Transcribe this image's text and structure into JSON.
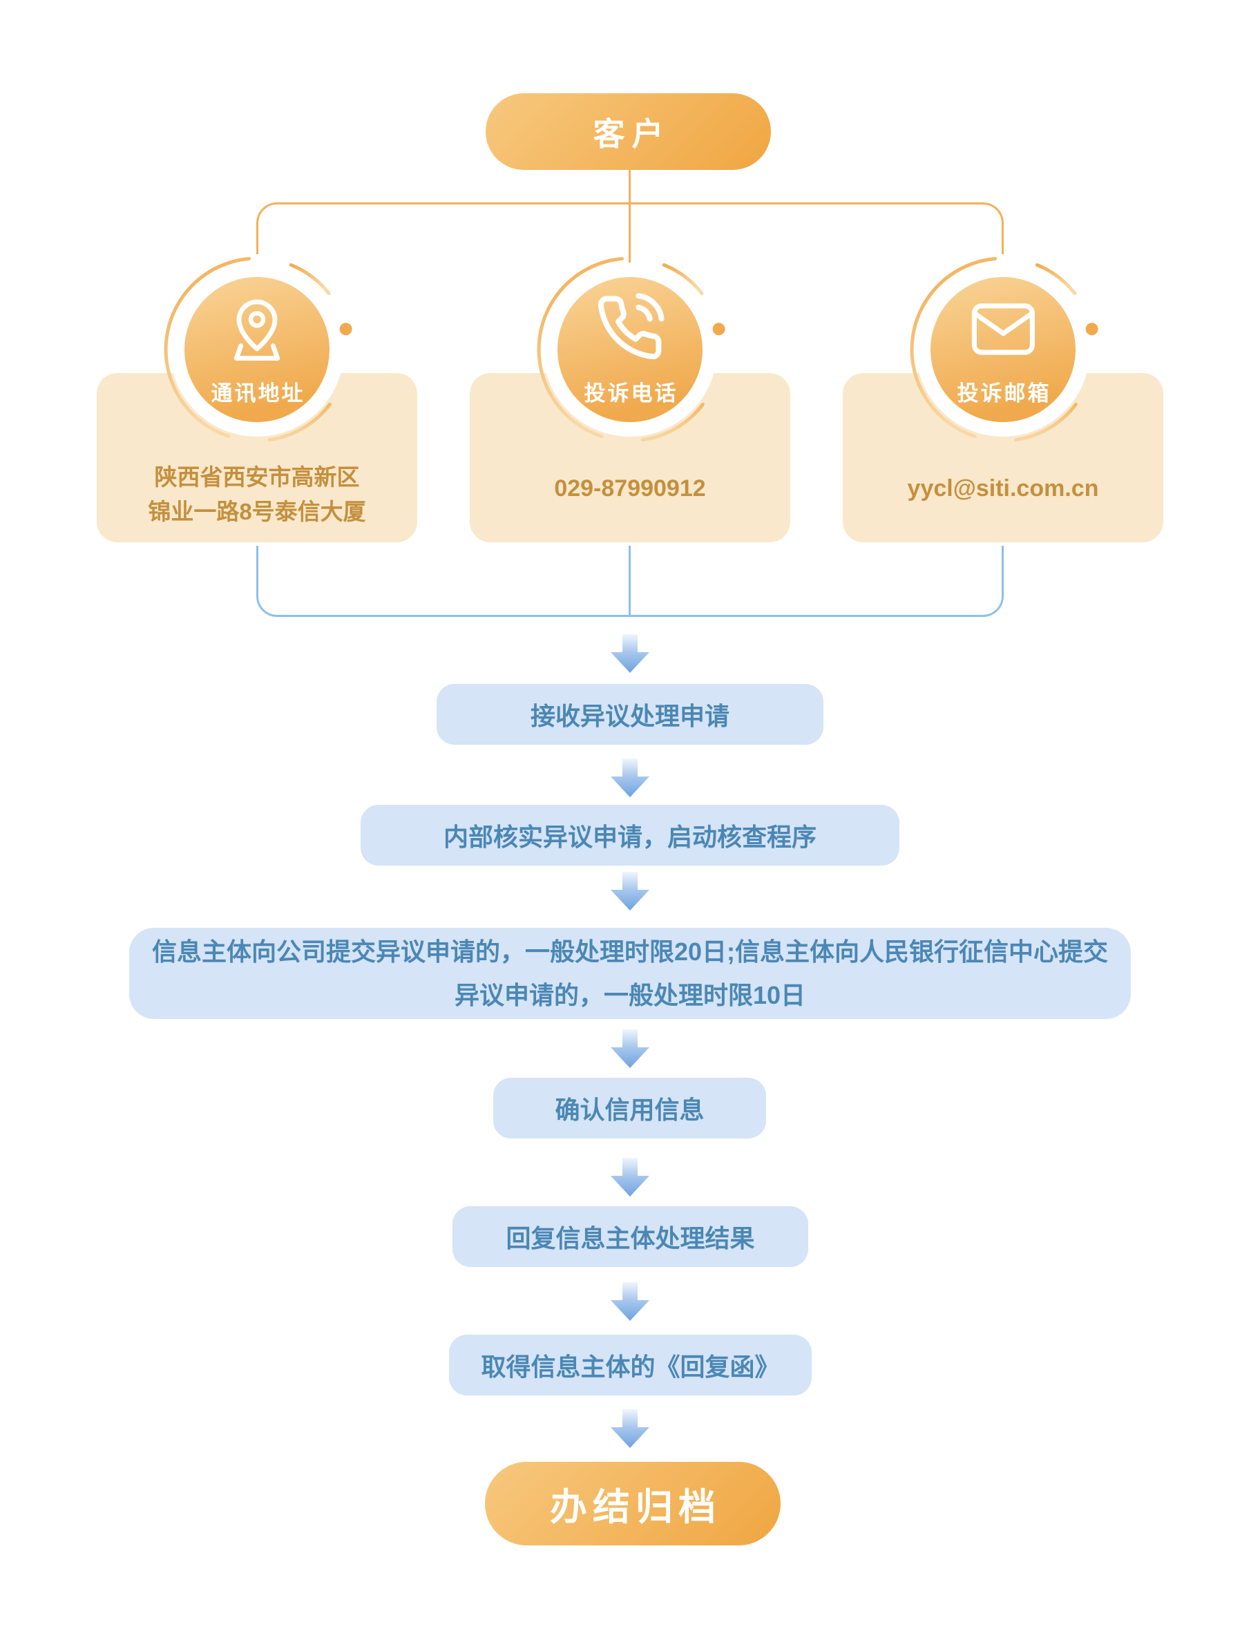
{
  "start_node": {
    "label": "客户"
  },
  "contacts": [
    {
      "name": "address",
      "icon": "location-pin-icon",
      "label": "通讯地址",
      "lines": [
        "陕西省西安市高新区",
        "锦业一路8号泰信大厦"
      ]
    },
    {
      "name": "phone",
      "icon": "phone-icon",
      "label": "投诉电话",
      "lines": [
        "029-87990912"
      ]
    },
    {
      "name": "email",
      "icon": "mail-icon",
      "label": "投诉邮箱",
      "lines": [
        "yycl@siti.com.cn"
      ]
    }
  ],
  "steps": [
    {
      "label": "接收异议处理申请"
    },
    {
      "label": "内部核实异议申请，启动核查程序"
    },
    {
      "label": "信息主体向公司提交异议申请的，一般处理时限20日;信息主体向人民银行征信中心提交异议申请的，一般处理时限10日"
    },
    {
      "label": "确认信用信息"
    },
    {
      "label": "回复信息主体处理结果"
    },
    {
      "label": "取得信息主体的《回复函》"
    }
  ],
  "end_node": {
    "label": "办结归档"
  },
  "colors": {
    "orange-line": "#F2B158",
    "pill-grad-start": "#F7C87E",
    "pill-grad-end": "#F0A642",
    "disc-grad-start": "#F9D498",
    "disc-grad-end": "#F0A94C",
    "card-bg": "#FAE8CC",
    "card-text": "#C4903E",
    "blue-box-bg": "#D5E4F6",
    "blue-text": "#4B87B4",
    "blue-line": "#8CC0EA",
    "arrow-grad-start": "#F0F6FD",
    "arrow-grad-end": "#6FA3DE"
  }
}
